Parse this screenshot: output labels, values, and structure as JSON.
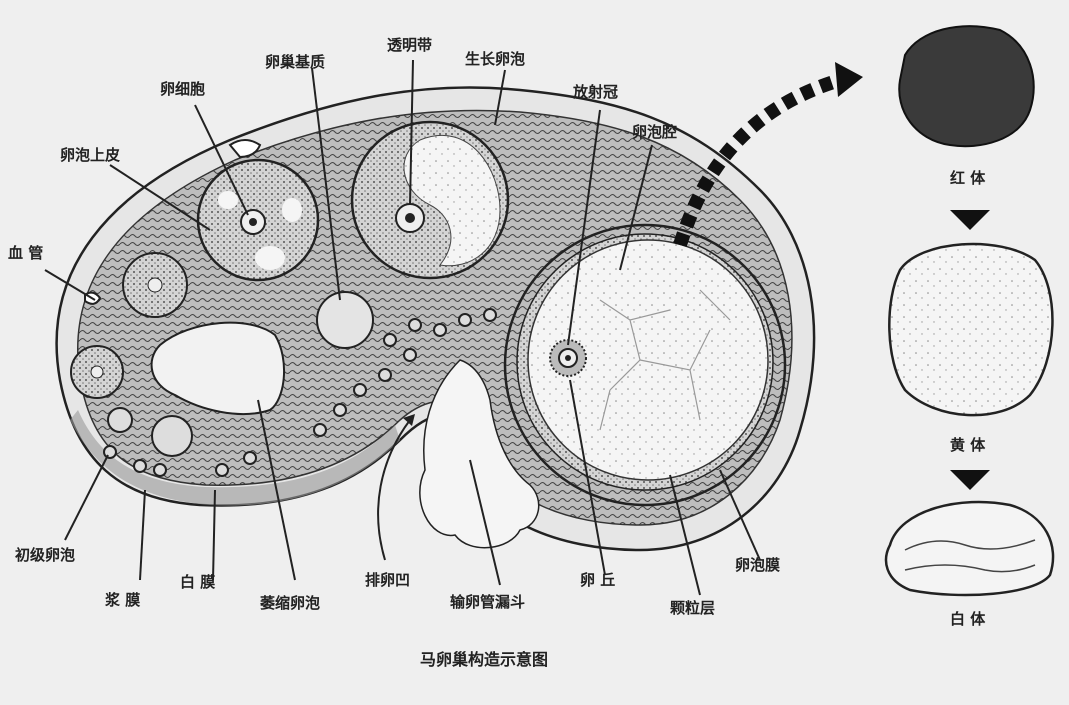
{
  "labels": {
    "ovarian_stroma": "卵巢基质",
    "zona_pellucida": "透明带",
    "growing_follicle": "生长卵泡",
    "oocyte": "卵细胞",
    "corona_radiata": "放射冠",
    "follicular_epithelium": "卵泡上皮",
    "follicular_cavity": "卵泡腔",
    "blood_vessel": "血 管",
    "primary_follicle": "初级卵泡",
    "serosa": "浆 膜",
    "tunica_albuginea": "白 膜",
    "atretic_follicle": "萎缩卵泡",
    "ovulation_fossa": "排卵凹",
    "infundibulum": "输卵管漏斗",
    "cumulus": "卵 丘",
    "granulosa_layer": "颗粒层",
    "theca": "卵泡膜",
    "corpus_hemorrhagicum": "红 体",
    "corpus_luteum": "黄 体",
    "corpus_albicans": "白 体"
  },
  "caption": "马卵巢构造示意图"
}
